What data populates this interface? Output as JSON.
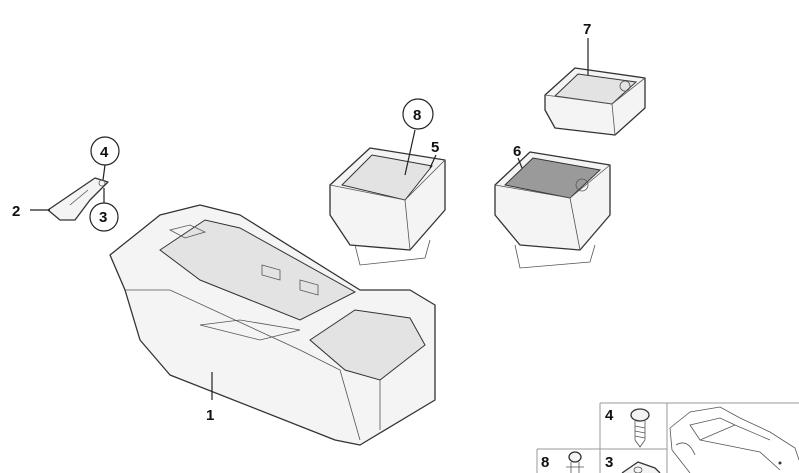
{
  "callouts": {
    "p1": "1",
    "p2": "2",
    "p3": "3",
    "p4": "4",
    "p5": "5",
    "p6": "6",
    "p7": "7",
    "p8": "8"
  },
  "legend": {
    "screw_label": "4",
    "clip_label": "3",
    "bolt_label": "8"
  }
}
